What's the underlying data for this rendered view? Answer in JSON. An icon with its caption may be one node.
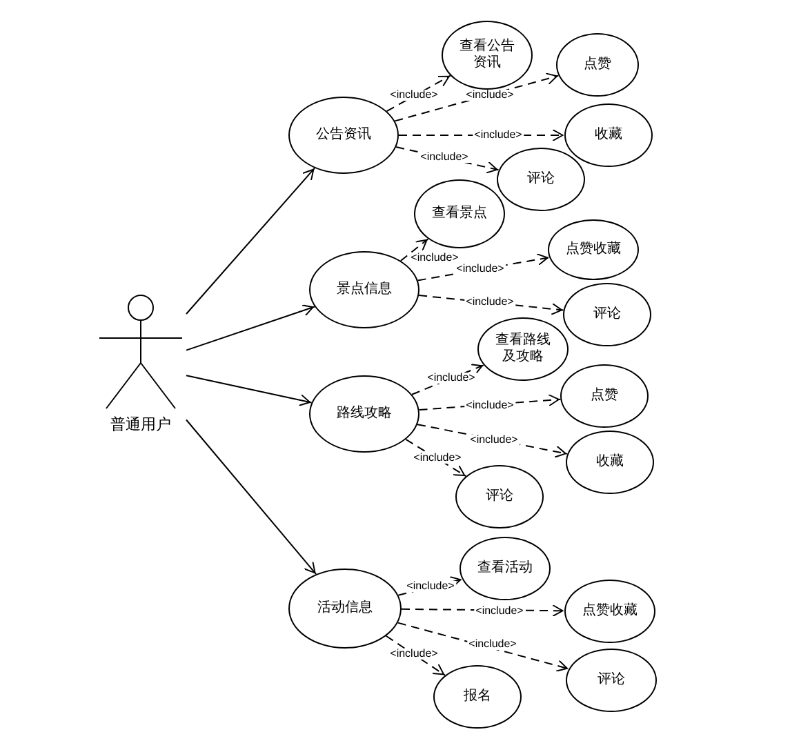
{
  "diagram": {
    "nodes": [
      {
        "text": [
          "普通用户"
        ]
      },
      {
        "text": [
          "公告资讯"
        ]
      },
      {
        "text": [
          "查看公告资讯"
        ]
      },
      {
        "text": [
          "点赞"
        ]
      },
      {
        "text": [
          "收藏"
        ]
      },
      {
        "text": [
          "评论"
        ]
      },
      {
        "text": [
          "景点信息"
        ]
      },
      {
        "text": [
          "查看景点"
        ]
      },
      {
        "text": [
          "点赞收藏"
        ]
      },
      {
        "text": [
          "评论"
        ]
      },
      {
        "text": [
          "路线攻略"
        ]
      },
      {
        "text": [
          "查看路线及攻略"
        ]
      },
      {
        "text": [
          "点赞"
        ]
      },
      {
        "text": [
          "收藏"
        ]
      },
      {
        "text": [
          "评论"
        ]
      },
      {
        "text": [
          "活动信息"
        ]
      },
      {
        "text": [
          "查看活动"
        ]
      },
      {
        "text": [
          "点赞收藏"
        ]
      },
      {
        "text": [
          "评论"
        ]
      },
      {
        "text": [
          "报名"
        ]
      }
    ],
    "edges": [
      {
        "from": 0,
        "to": 1,
        "arrow": "to"
      },
      {
        "from": 0,
        "to": 6,
        "arrow": "to"
      },
      {
        "from": 0,
        "to": 10,
        "arrow": "to"
      },
      {
        "from": 0,
        "to": 15,
        "arrow": "to"
      },
      {
        "from": 1,
        "to": 2,
        "arrow": "to",
        "style": "dashed",
        "label": "<include>"
      },
      {
        "from": 1,
        "to": 3,
        "arrow": "to",
        "style": "dashed",
        "label": "<include>"
      },
      {
        "from": 1,
        "to": 4,
        "arrow": "to",
        "style": "dashed",
        "label": "<include>"
      },
      {
        "from": 1,
        "to": 5,
        "arrow": "to",
        "style": "dashed",
        "label": "<include>"
      },
      {
        "from": 6,
        "to": 7,
        "arrow": "to",
        "style": "dashed",
        "label": "<include>"
      },
      {
        "from": 6,
        "to": 8,
        "arrow": "to",
        "style": "dashed",
        "label": "<include>"
      },
      {
        "from": 6,
        "to": 9,
        "arrow": "to",
        "style": "dashed",
        "label": "<include>"
      },
      {
        "from": 10,
        "to": 11,
        "arrow": "to",
        "style": "dashed",
        "label": "<include>"
      },
      {
        "from": 10,
        "to": 12,
        "arrow": "to",
        "style": "dashed",
        "label": "<include>"
      },
      {
        "from": 10,
        "to": 13,
        "arrow": "to",
        "style": "dashed",
        "label": "<include>"
      },
      {
        "from": 10,
        "to": 14,
        "arrow": "to",
        "style": "dashed",
        "label": "<include>"
      },
      {
        "from": 15,
        "to": 16,
        "arrow": "to",
        "style": "dashed",
        "label": "<include>"
      },
      {
        "from": 15,
        "to": 17,
        "arrow": "to",
        "style": "dashed",
        "label": "<include>"
      },
      {
        "from": 15,
        "to": 18,
        "arrow": "to",
        "style": "dashed",
        "label": "<include>"
      },
      {
        "from": 15,
        "to": 19,
        "arrow": "to",
        "style": "dashed",
        "label": "<include>"
      }
    ]
  }
}
